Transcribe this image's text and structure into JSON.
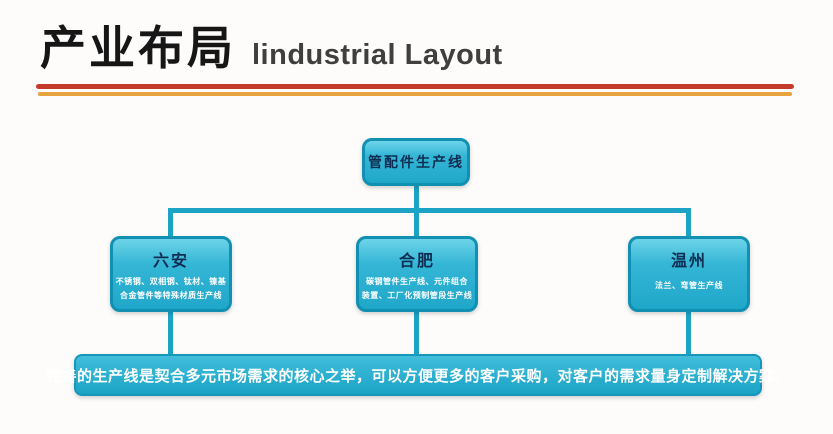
{
  "header": {
    "title_cn": "产业布局",
    "title_en": "lindustrial Layout"
  },
  "diagram": {
    "root": {
      "label": "管配件生产线"
    },
    "children": [
      {
        "name": "六安",
        "desc": "不锈钢、双相钢、钛材、镍基\n合金管件等特殊材质生产线"
      },
      {
        "name": "合肥",
        "desc": "碳钢管件生产线、元件组合\n装置、工厂化预制管段生产线"
      },
      {
        "name": "温州",
        "desc": "法兰、弯管生产线"
      }
    ],
    "footer": "完善的生产线是契合多元市场需求的核心之举，可以方便更多的客户采购，对客户的需求量身定制解决方案。"
  },
  "colors": {
    "box_fill": "#2fb5d5",
    "box_border": "#1190b2",
    "connector": "#1ba4c6",
    "rule_red": "#c53b2b",
    "rule_orange": "#e7a43e",
    "node_title_text": "#0d2e52",
    "node_desc_text": "#ffffff"
  }
}
